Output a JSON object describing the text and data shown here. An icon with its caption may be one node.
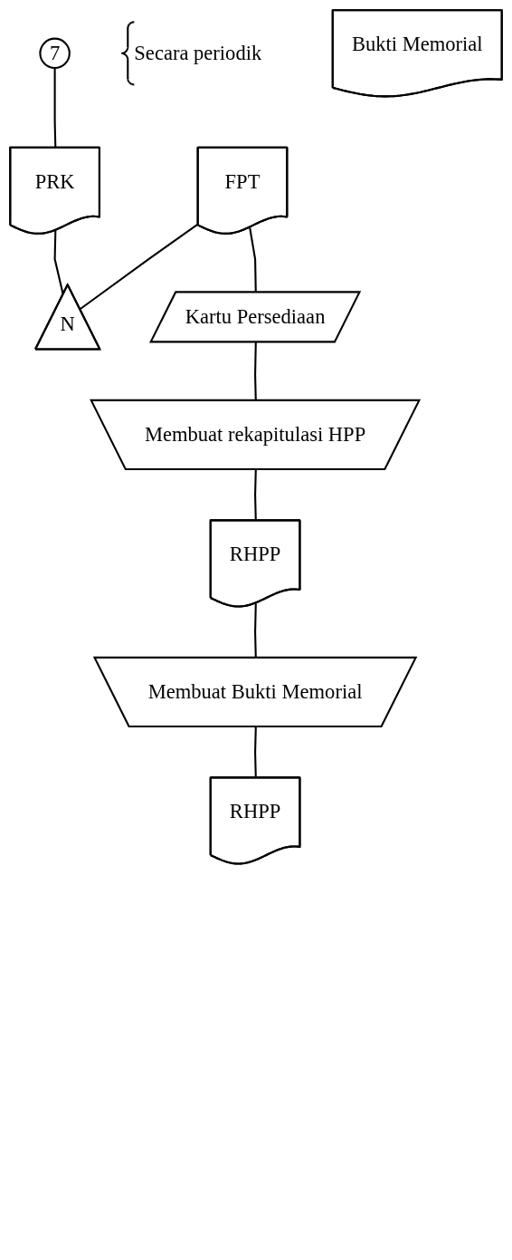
{
  "diagram": {
    "nodes": [
      {
        "text": [
          "7"
        ]
      },
      {
        "text": [
          "PRK"
        ]
      },
      {
        "text": [
          "FPT"
        ]
      },
      {
        "text": [
          "Kartu Persediaan"
        ]
      },
      {
        "text": [
          "Membuat rekapitulasi HPP"
        ]
      },
      {
        "text": [
          "Secara periodik"
        ]
      },
      {
        "text": [
          "RHPP"
        ]
      },
      {
        "text": [
          "Membuat Bukti Memorial"
        ]
      },
      {
        "text": [
          "RHPP"
        ]
      },
      {
        "text": [
          "Bukti Memorial"
        ]
      },
      {
        "text": [
          "N"
        ]
      }
    ],
    "edges": [
      {
        "from": 0,
        "to": 1,
        "arrow": "none"
      },
      {
        "from": 1,
        "to": 10,
        "arrow": "none"
      },
      {
        "from": 2,
        "to": 10,
        "arrow": "none"
      },
      {
        "from": 2,
        "to": 3,
        "arrow": "none"
      },
      {
        "from": 3,
        "to": 4,
        "arrow": "none"
      },
      {
        "from": 4,
        "to": 6,
        "arrow": "none"
      },
      {
        "from": 6,
        "to": 7,
        "arrow": "none"
      },
      {
        "from": 7,
        "to": 8,
        "arrow": "none"
      }
    ]
  }
}
